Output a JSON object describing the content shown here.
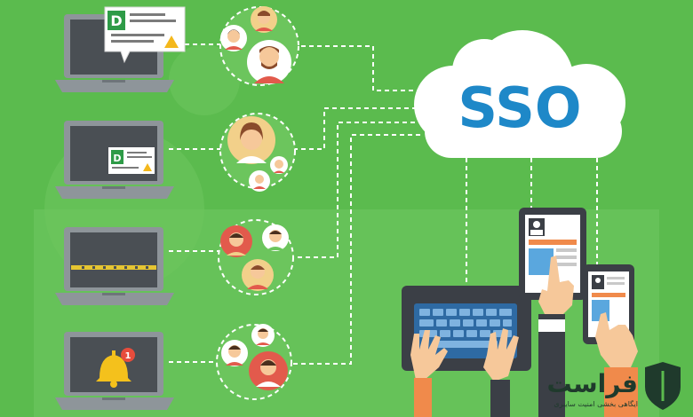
{
  "cloud": {
    "label": "SSO"
  },
  "notification": {
    "count": "1"
  },
  "doc_badge": {
    "letter_1": "D",
    "letter_2": "D"
  },
  "logo": {
    "name": "فراست",
    "tagline": "ایگاهی بخشی امنیت سایبری"
  },
  "colors": {
    "background": "#5bbb4e",
    "background_light": "#6cc55d",
    "laptop_body": "#8e959a",
    "screen": "#4a4f54",
    "cloud": "#ffffff",
    "sso_text": "#1e88c8",
    "dashed_line": "#ffffff",
    "badge": "#2e9b47",
    "bell": "#f4c11c",
    "alert_red": "#e74c3c",
    "yellow_bar": "#e6c531",
    "tablet_dark": "#3b3f46",
    "keyboard": "#2e6aa3",
    "hand": "#f6c89a",
    "logo_dark": "#1f3a2c"
  },
  "icons": [
    "laptop-icon",
    "avatar-icon",
    "cloud-icon",
    "tablet-icon",
    "phone-icon",
    "keyboard-icon",
    "hand-icon",
    "bell-icon",
    "warning-icon",
    "shield-icon"
  ]
}
